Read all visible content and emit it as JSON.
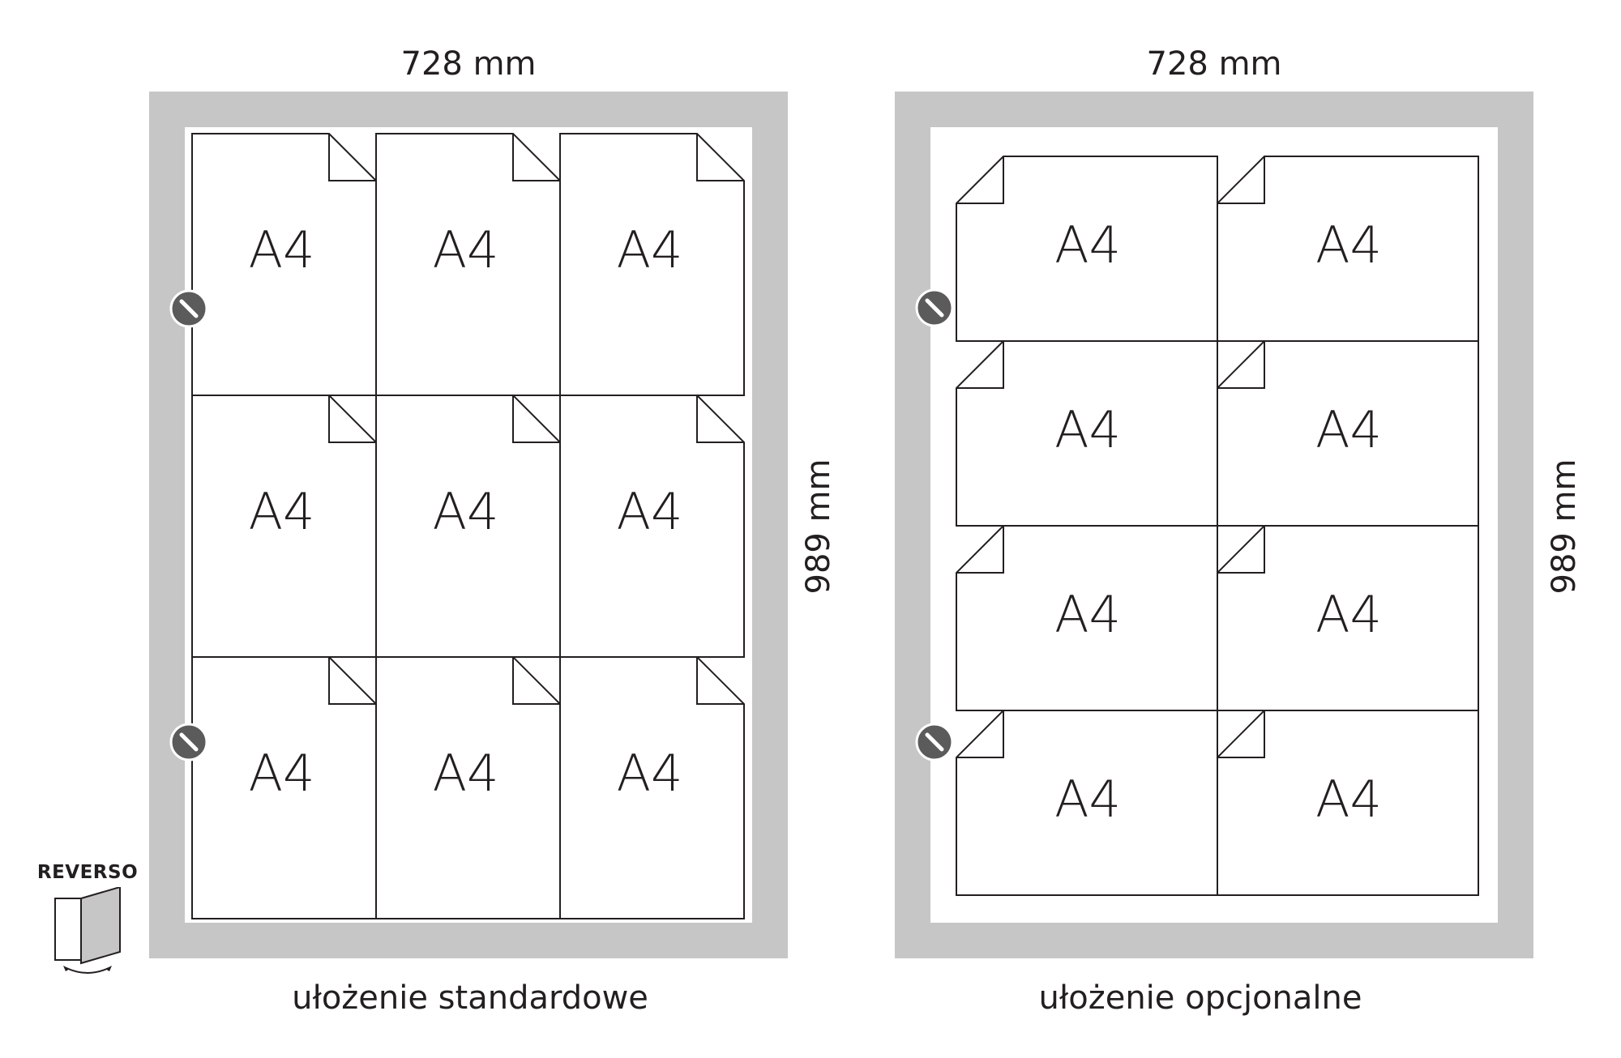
{
  "left_board": {
    "width_label": "728 mm",
    "height_label": "989 mm",
    "caption": "ułożenie standardowe",
    "sheets": [
      {
        "label": "A4"
      },
      {
        "label": "A4"
      },
      {
        "label": "A4"
      },
      {
        "label": "A4"
      },
      {
        "label": "A4"
      },
      {
        "label": "A4"
      },
      {
        "label": "A4"
      },
      {
        "label": "A4"
      },
      {
        "label": "A4"
      }
    ]
  },
  "right_board": {
    "width_label": "728 mm",
    "height_label": "989 mm",
    "caption": "ułożenie opcjonalne",
    "sheets": [
      {
        "label": "A4"
      },
      {
        "label": "A4"
      },
      {
        "label": "A4"
      },
      {
        "label": "A4"
      },
      {
        "label": "A4"
      },
      {
        "label": "A4"
      },
      {
        "label": "A4"
      },
      {
        "label": "A4"
      }
    ]
  },
  "reverso": {
    "label": "REVERSO"
  },
  "colors": {
    "frame": "#c6c6c6",
    "line": "#231f20",
    "lock": "#5b5b5b"
  }
}
